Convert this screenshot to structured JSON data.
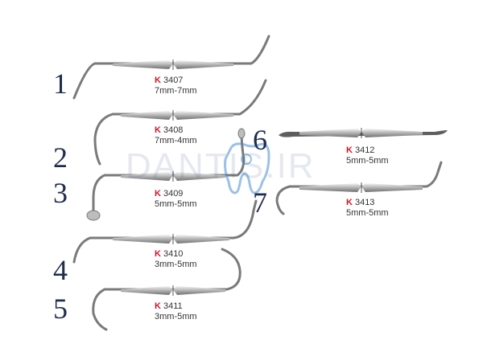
{
  "watermark": "DANTIS.IR",
  "brand_color": "#d0162a",
  "number_color": "#1f2c4e",
  "instruments": [
    {
      "number": "1",
      "prefix": "K",
      "code": "3407",
      "size": "7mm-7mm"
    },
    {
      "number": "2",
      "prefix": "K",
      "code": "3408",
      "size": "7mm-4mm"
    },
    {
      "number": "3",
      "prefix": "K",
      "code": "3409",
      "size": "5mm-5mm"
    },
    {
      "number": "4",
      "prefix": "K",
      "code": "3410",
      "size": "3mm-5mm"
    },
    {
      "number": "5",
      "prefix": "K",
      "code": "3411",
      "size": "3mm-5mm"
    },
    {
      "number": "6",
      "prefix": "K",
      "code": "3412",
      "size": "5mm-5mm"
    },
    {
      "number": "7",
      "prefix": "K",
      "code": "3413",
      "size": "5mm-5mm"
    }
  ]
}
